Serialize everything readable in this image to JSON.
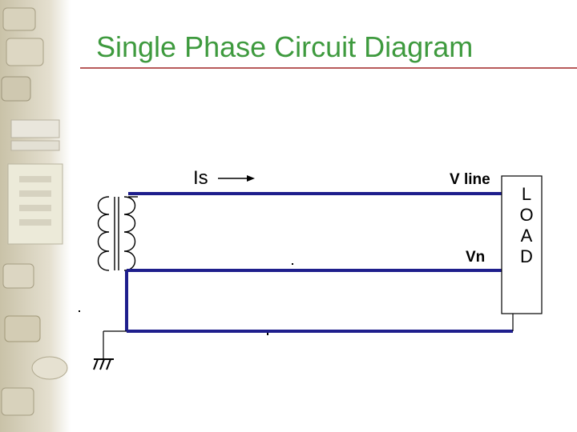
{
  "slide": {
    "title": "Single Phase Circuit Diagram"
  },
  "diagram": {
    "current_label": "Is",
    "line_voltage_label": "V line",
    "neutral_voltage_label": "Vn",
    "load_letters": [
      "L",
      "O",
      "A",
      "D"
    ]
  },
  "colors": {
    "title": "#3e9a3e",
    "title_rule": "#b85a5a",
    "conductor": "#1e1e8c",
    "wire": "#000000"
  }
}
